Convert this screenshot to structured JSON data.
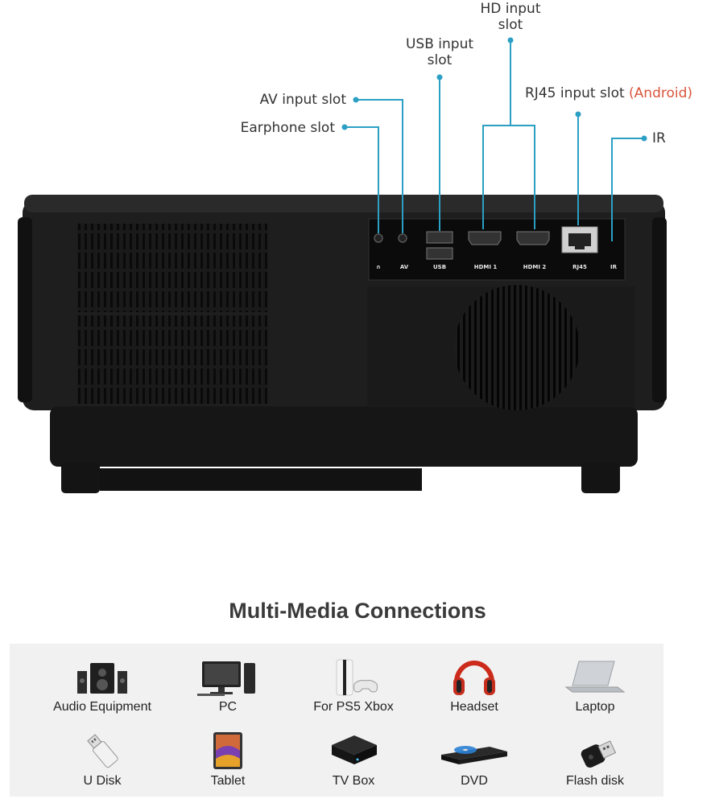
{
  "callouts": {
    "hd_line1": "HD input",
    "hd_line2": "slot",
    "usb_line1": "USB input",
    "usb_line2": "slot",
    "rj45": "RJ45 input slot",
    "rj45_note": "(Android)",
    "av": "AV input slot",
    "earphone": "Earphone slot",
    "ir": "IR"
  },
  "ports": {
    "av": "AV",
    "usb": "USB",
    "hdmi1": "HDMI 1",
    "hdmi2": "HDMI 2",
    "rj45": "RJ45",
    "ir": "IR"
  },
  "colors": {
    "callout_line": "#2b9fc4",
    "highlight": "#d9553b",
    "projector_body": "#1e1e1e"
  },
  "connections": {
    "title": "Multi-Media Connections",
    "devices": [
      {
        "label": "Audio Equipment",
        "icon": "speaker-icon"
      },
      {
        "label": "PC",
        "icon": "monitor-icon"
      },
      {
        "label": "For PS5 Xbox",
        "icon": "console-icon"
      },
      {
        "label": "Headset",
        "icon": "headphones-icon"
      },
      {
        "label": "Laptop",
        "icon": "laptop-icon"
      },
      {
        "label": "U Disk",
        "icon": "usb-stick-icon"
      },
      {
        "label": "Tablet",
        "icon": "tablet-icon"
      },
      {
        "label": "TV Box",
        "icon": "tv-box-icon"
      },
      {
        "label": "DVD",
        "icon": "dvd-player-icon"
      },
      {
        "label": "Flash disk",
        "icon": "flash-drive-icon"
      }
    ]
  }
}
